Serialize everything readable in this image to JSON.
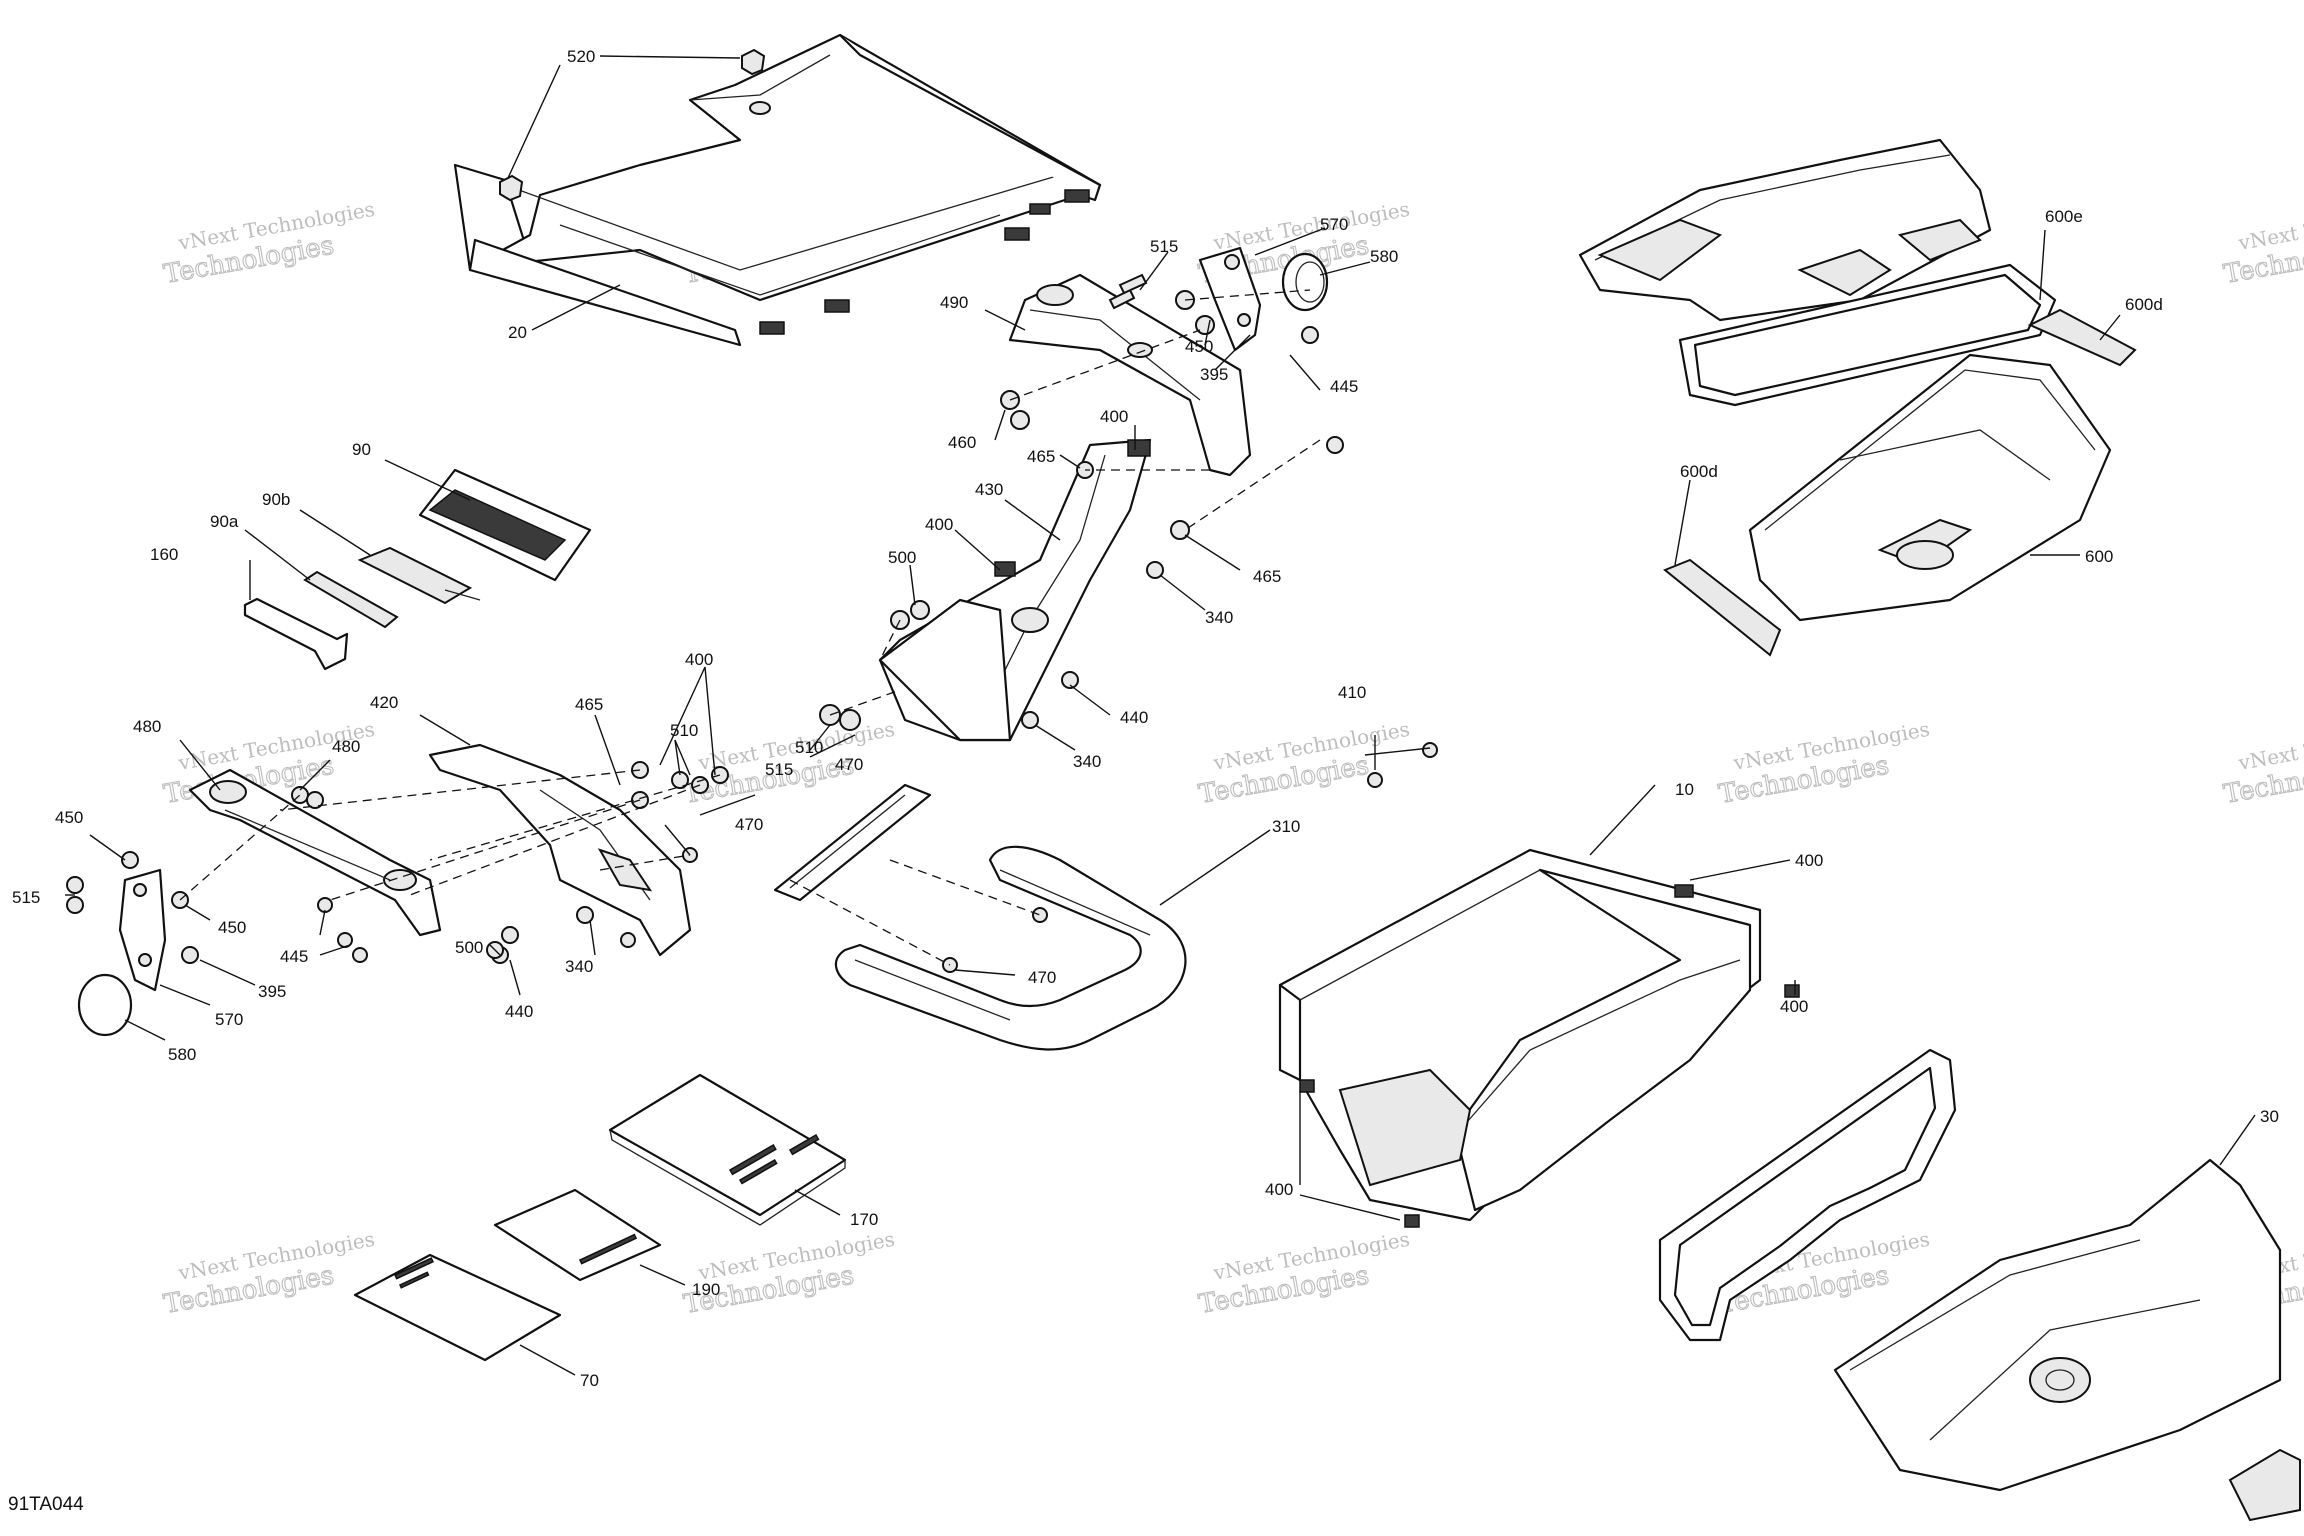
{
  "figure_ref": "91TA044",
  "watermark": {
    "line1": "vNext Technologies",
    "line2": "Technologies",
    "brand_top": "vNext"
  },
  "callouts": {
    "c520": "520",
    "c20": "20",
    "c515a": "515",
    "c570a": "570",
    "c580a": "580",
    "c490": "490",
    "c450a": "450",
    "c395a": "395",
    "c445a": "445",
    "c460": "460",
    "c400a": "400",
    "c465a": "465",
    "c430": "430",
    "c400b": "400",
    "c465b": "465",
    "c340a": "340",
    "c500a": "500",
    "c440a": "440",
    "c340b": "340",
    "c90": "90",
    "c90b": "90b",
    "c90a": "90a",
    "c160": "160",
    "c400c": "400",
    "c420": "420",
    "c465c": "465",
    "c510a": "510",
    "c510b": "510",
    "c470a": "470",
    "c515b": "515",
    "c480a": "480",
    "c480b": "480",
    "c450b": "450",
    "c515c": "515",
    "c450c": "450",
    "c445b": "445",
    "c395b": "395",
    "c570b": "570",
    "c580b": "580",
    "c500b": "500",
    "c440b": "440",
    "c340c": "340",
    "c470b": "470",
    "c310": "310",
    "c470c": "470",
    "c410": "410",
    "c600e": "600e",
    "c600d_a": "600d",
    "c600d_b": "600d",
    "c600": "600",
    "c10": "10",
    "c400d": "400",
    "c400e": "400",
    "c400f": "400",
    "c170": "170",
    "c190": "190",
    "c70": "70",
    "c30": "30"
  }
}
